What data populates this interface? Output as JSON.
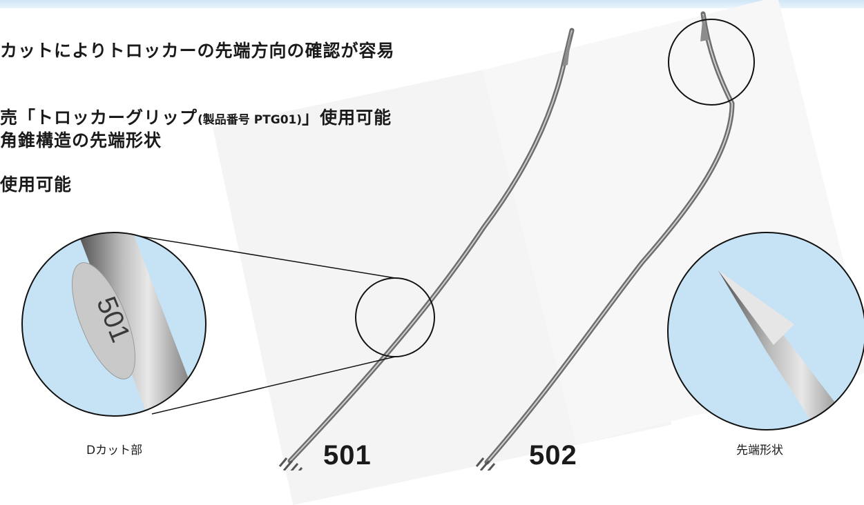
{
  "features": [
    {
      "text": "カットによりトロッカーの先端方向の確認が容易",
      "note": ""
    },
    {
      "text": "売「トロッカーグリップ",
      "note": "(製品番号 PTG01)",
      "tail": "」使用可能"
    },
    {
      "text": "角錐構造の先端形状",
      "note": ""
    },
    {
      "text": "使用可能",
      "note": ""
    }
  ],
  "zoom_left": {
    "engraving": "501",
    "caption": "Dカット部"
  },
  "zoom_right": {
    "caption": "先端形状"
  },
  "models": [
    "501",
    "502"
  ],
  "colors": {
    "zoom_background": "#c6e3f6",
    "steel_dark": "#6e6e6e",
    "steel_light": "#d8d8d8",
    "text": "#1a1a1a"
  }
}
